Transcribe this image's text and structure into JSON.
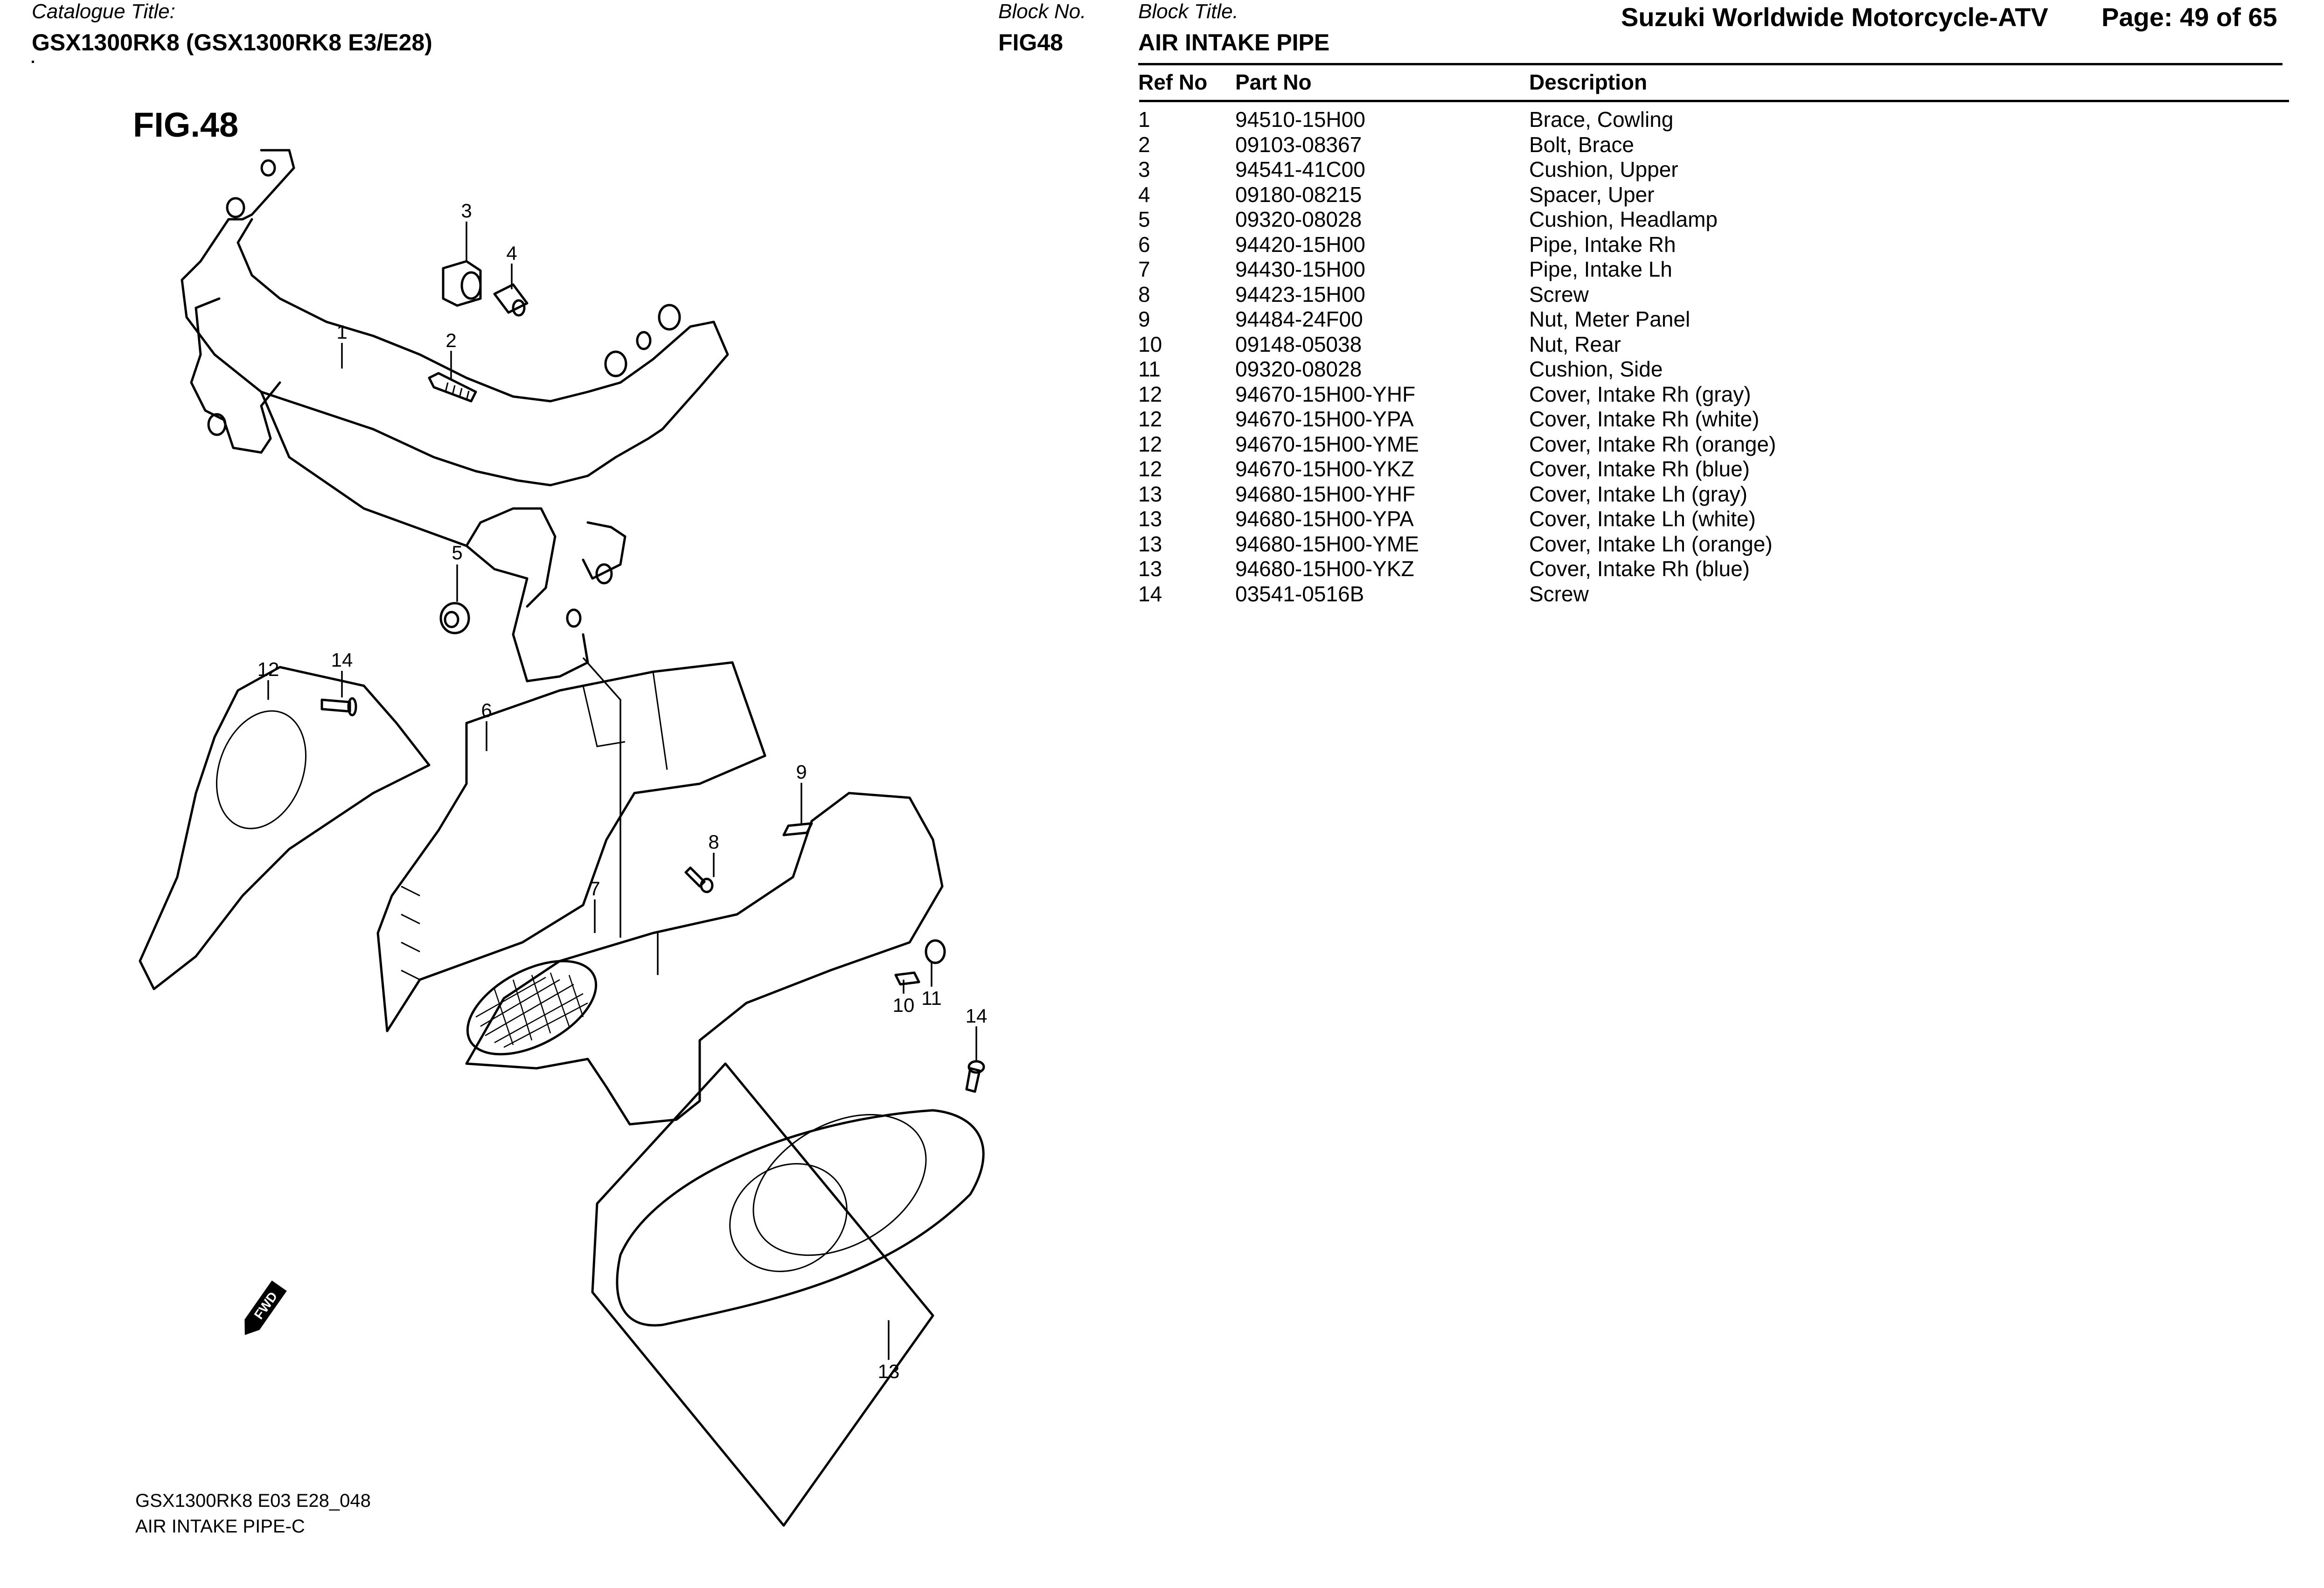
{
  "header": {
    "catalogue_label": "Catalogue Title:",
    "catalogue_title": "GSX1300RK8 (GSX1300RK8 E3/E28)",
    "block_no_label": "Block No.",
    "block_no": "FIG48",
    "block_title_label": "Block Title.",
    "block_title": "AIR INTAKE PIPE",
    "publisher": "Suzuki Worldwide Motorcycle-ATV",
    "page_info": "Page: 49 of 65"
  },
  "figure": {
    "title": "FIG.48",
    "callouts": [
      "3",
      "4",
      "1",
      "2",
      "5",
      "12",
      "14",
      "6",
      "9",
      "8",
      "7",
      "10",
      "11",
      "14",
      "13"
    ],
    "fwd_badge": "FWD",
    "footer_code": "GSX1300RK8 E03 E28_048",
    "footer_name": "AIR INTAKE PIPE-C"
  },
  "table": {
    "columns": [
      "Ref No",
      "Part No",
      "Description"
    ],
    "rows": [
      {
        "ref": "1",
        "part": "94510-15H00",
        "desc": "Brace, Cowling"
      },
      {
        "ref": "2",
        "part": "09103-08367",
        "desc": "Bolt, Brace"
      },
      {
        "ref": "3",
        "part": "94541-41C00",
        "desc": "Cushion, Upper"
      },
      {
        "ref": "4",
        "part": "09180-08215",
        "desc": "Spacer, Uper"
      },
      {
        "ref": "5",
        "part": "09320-08028",
        "desc": "Cushion, Headlamp"
      },
      {
        "ref": "6",
        "part": "94420-15H00",
        "desc": "Pipe, Intake Rh"
      },
      {
        "ref": "7",
        "part": "94430-15H00",
        "desc": "Pipe, Intake Lh"
      },
      {
        "ref": "8",
        "part": "94423-15H00",
        "desc": "Screw"
      },
      {
        "ref": "9",
        "part": "94484-24F00",
        "desc": "Nut, Meter Panel"
      },
      {
        "ref": "10",
        "part": "09148-05038",
        "desc": "Nut, Rear"
      },
      {
        "ref": "11",
        "part": "09320-08028",
        "desc": "Cushion, Side"
      },
      {
        "ref": "12",
        "part": "94670-15H00-YHF",
        "desc": "Cover, Intake Rh (gray)"
      },
      {
        "ref": "12",
        "part": "94670-15H00-YPA",
        "desc": "Cover, Intake Rh (white)"
      },
      {
        "ref": "12",
        "part": "94670-15H00-YME",
        "desc": "Cover, Intake Rh (orange)"
      },
      {
        "ref": "12",
        "part": "94670-15H00-YKZ",
        "desc": "Cover, Intake Rh (blue)"
      },
      {
        "ref": "13",
        "part": "94680-15H00-YHF",
        "desc": "Cover, Intake Lh (gray)"
      },
      {
        "ref": "13",
        "part": "94680-15H00-YPA",
        "desc": "Cover, Intake Lh (white)"
      },
      {
        "ref": "13",
        "part": "94680-15H00-YME",
        "desc": "Cover, Intake Lh (orange)"
      },
      {
        "ref": "13",
        "part": "94680-15H00-YKZ",
        "desc": "Cover, Intake Rh (blue)"
      },
      {
        "ref": "14",
        "part": "03541-0516B",
        "desc": "Screw"
      }
    ]
  }
}
